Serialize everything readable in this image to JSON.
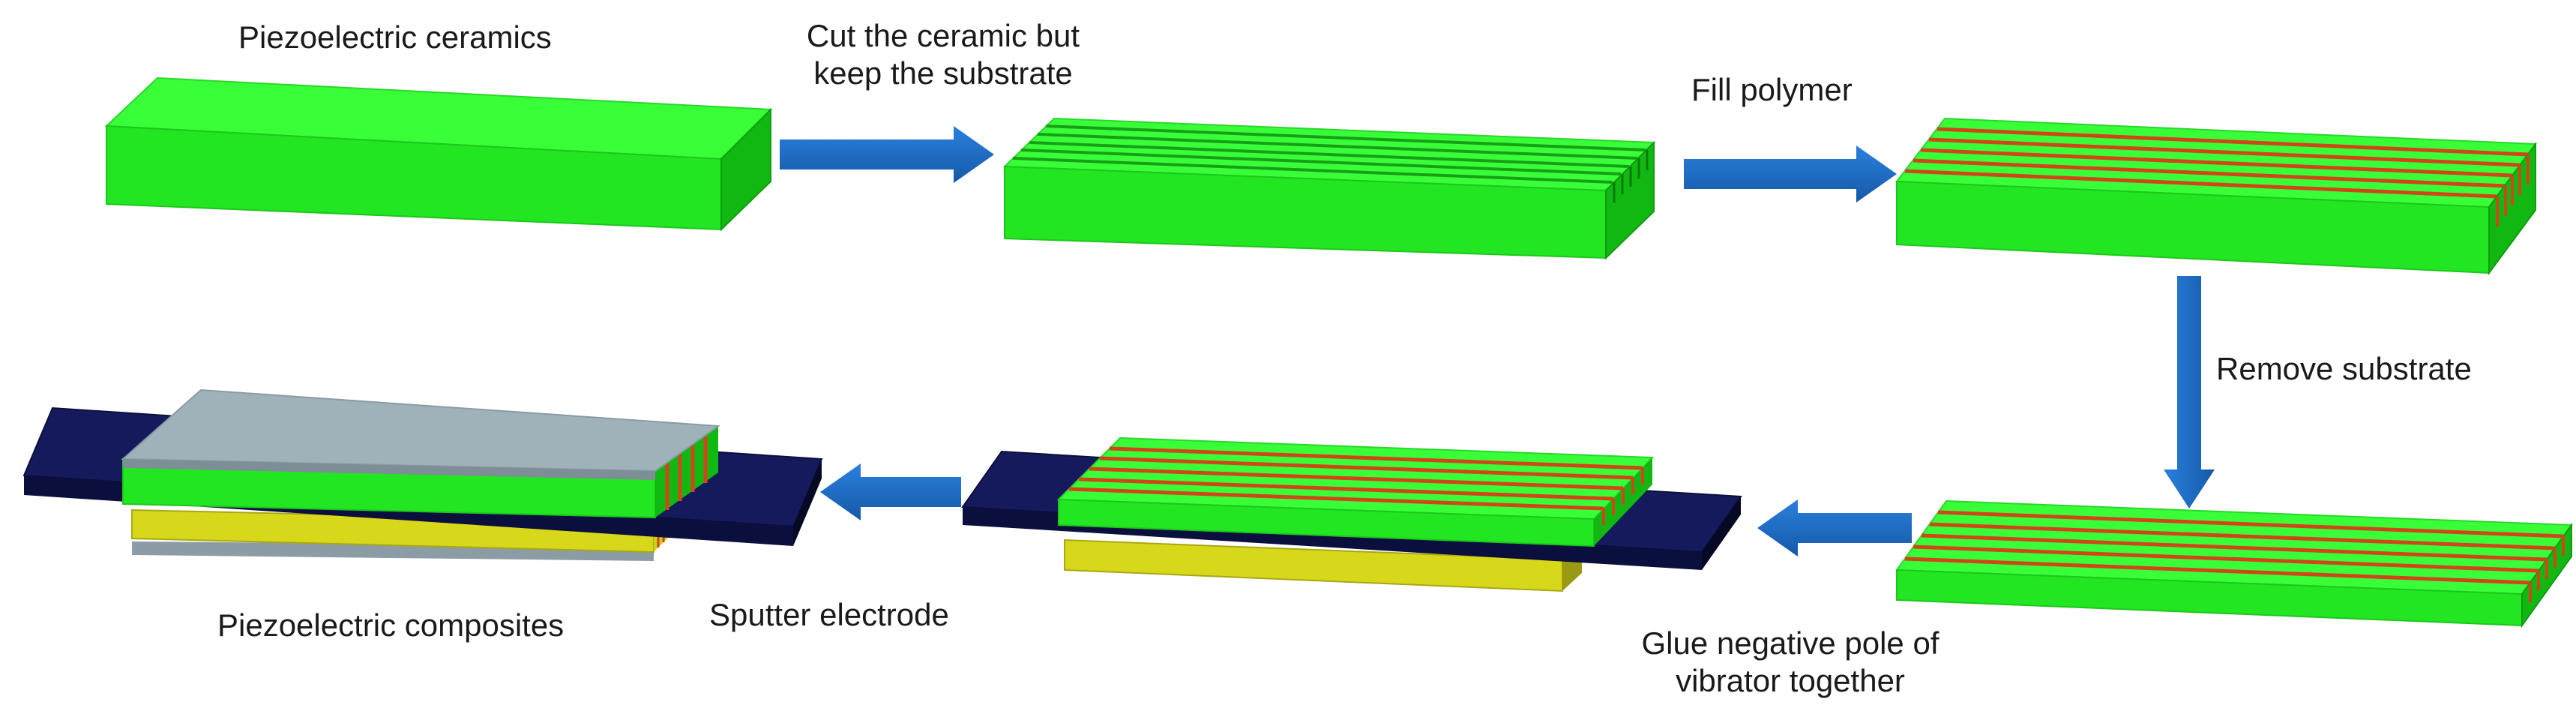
{
  "labels": {
    "piezo_ceramics": "Piezoelectric ceramics",
    "cut_line1": "Cut the ceramic but",
    "cut_line2": "keep the substrate",
    "fill_polymer": "Fill polymer",
    "remove_substrate": "Remove substrate",
    "glue_line1": "Glue negative pole of",
    "glue_line2": "vibrator together",
    "sputter_electrode": "Sputter electrode",
    "piezo_composites": "Piezoelectric composites"
  },
  "colors": {
    "ceramic_top": "#33ff33",
    "ceramic_front": "#22e622",
    "ceramic_side": "#12b812",
    "polymer_stripe": "#d0461a",
    "arrow": "#1f6ec7",
    "arrow_dark": "#17549a",
    "navy_top": "#151a5c",
    "navy_front": "#0b0f3d",
    "yellow_front": "#d8d81a",
    "yellow_dark": "#9a9a12",
    "electrode_top": "#9fb1b9",
    "electrode_front": "#7d8e96"
  }
}
